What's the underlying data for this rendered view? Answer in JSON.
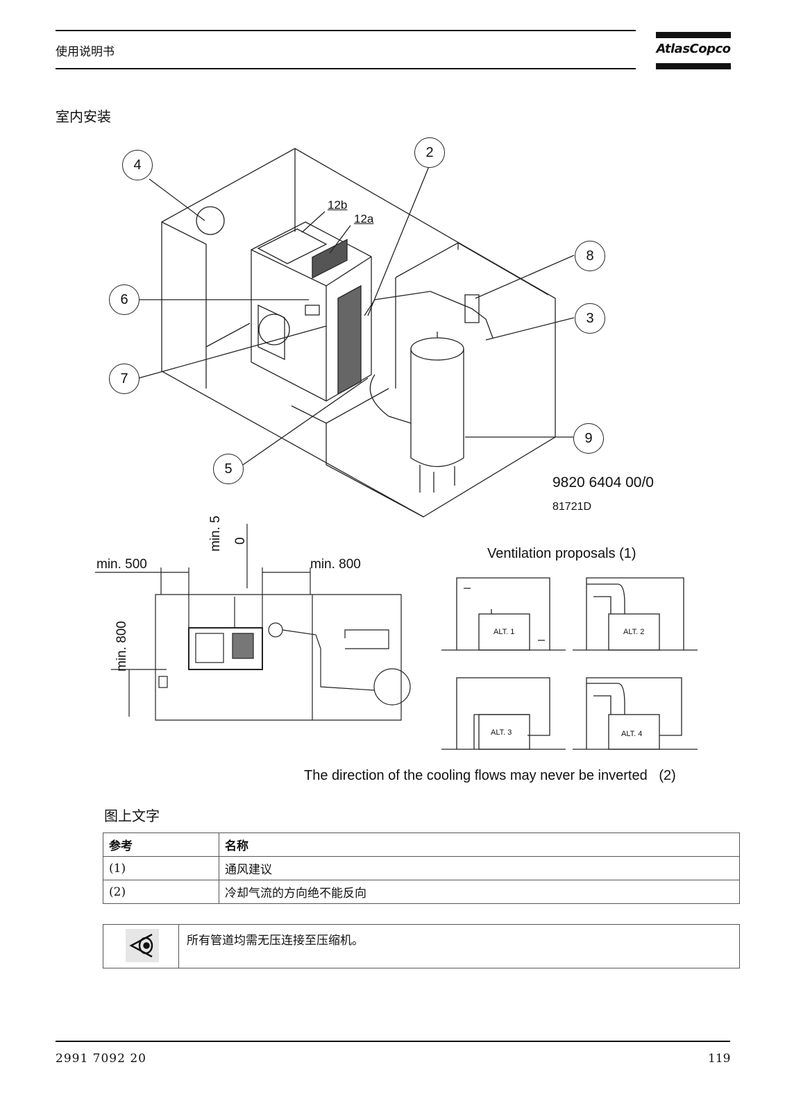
{
  "header": {
    "title": "使用说明书",
    "logo_text": "AtlasCopco"
  },
  "section_title": "室内安装",
  "figure": {
    "callouts": [
      "4",
      "2",
      "8",
      "6",
      "3",
      "7",
      "9",
      "5"
    ],
    "part_labels": [
      "12b",
      "12a"
    ],
    "drawing_number": "9820 6404 00/0",
    "drawing_code": "81721D",
    "dim_min500": "min. 500",
    "dim_min50_a": "min. 5",
    "dim_min50_b": "0",
    "dim_min800_right": "min. 800",
    "dim_min800_side": "min. 800",
    "ventilation_title": "Ventilation proposals (1)",
    "alt_labels": [
      "ALT. 1",
      "ALT. 2",
      "ALT. 3",
      "ALT. 4"
    ],
    "cooling_note": "The direction of the cooling flows may never be inverted   (2)"
  },
  "caption": "图上文字",
  "legend": {
    "headers": [
      "参考",
      "名称"
    ],
    "rows": [
      [
        "(1)",
        "通风建议"
      ],
      [
        "(2)",
        "冷却气流的方向绝不能反向"
      ]
    ]
  },
  "note": {
    "icon": "eye-icon",
    "text": "所有管道均需无压连接至压缩机。"
  },
  "footer": {
    "doc_number": "2991 7092 20",
    "page": "119"
  }
}
